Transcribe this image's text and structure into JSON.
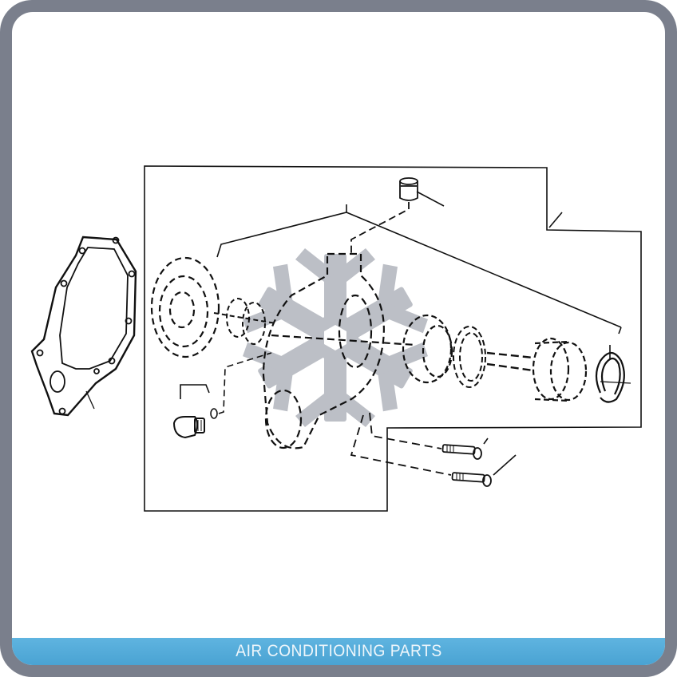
{
  "banner": {
    "label": "AIR CONDITIONING PARTS",
    "background_color": "#54abd9",
    "text_color": "#eef6fb"
  },
  "frame": {
    "border_color": "#7a7f8c",
    "background_color": "#ffffff"
  },
  "watermark": {
    "icon": "snowflake-icon",
    "color": "#b9bcc3"
  },
  "diagram": {
    "subject": "exploded parts diagram",
    "parts": [
      {
        "name": "gasket",
        "icon": "gasket-icon"
      },
      {
        "name": "cap-plug",
        "icon": "cap-icon"
      },
      {
        "name": "pulley-flange",
        "icon": "flange-icon"
      },
      {
        "name": "bearing",
        "icon": "bearing-icon"
      },
      {
        "name": "housing",
        "icon": "housing-icon"
      },
      {
        "name": "seal",
        "icon": "seal-icon"
      },
      {
        "name": "seal-ring",
        "icon": "ring-icon"
      },
      {
        "name": "impeller",
        "icon": "impeller-icon"
      },
      {
        "name": "snap-ring",
        "icon": "snap-ring-icon"
      },
      {
        "name": "drain-plug",
        "icon": "plug-icon"
      },
      {
        "name": "o-ring",
        "icon": "o-ring-icon"
      },
      {
        "name": "bolt-1",
        "icon": "bolt-icon"
      },
      {
        "name": "bolt-2",
        "icon": "bolt-icon"
      }
    ]
  }
}
